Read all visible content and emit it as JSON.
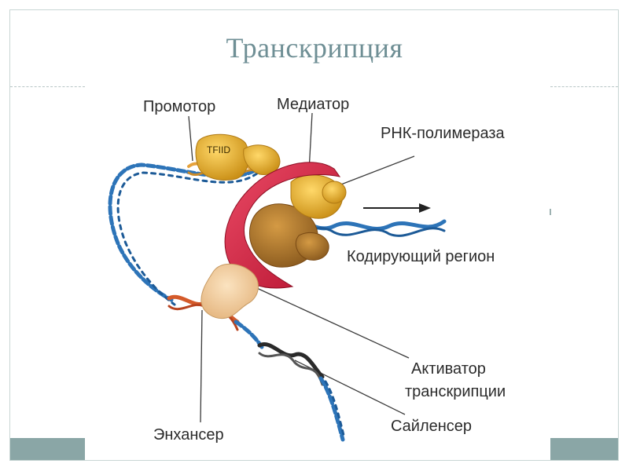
{
  "title": "Транскрипция",
  "labels": {
    "promoter": "Промотор",
    "mediator": "Медиатор",
    "rna_polymerase": "РНК-полимераза",
    "tfiid": "TFIID",
    "coding_region": "Кодирующий регион",
    "activator_line1": "Активатор",
    "activator_line2": "транскрипции",
    "silencer": "Сайленсер",
    "enhancer": "Энхансер"
  },
  "colors": {
    "title": "#6f8f95",
    "dna": "#2d74b8",
    "promoter_dna": "#e6a23c",
    "enhancer_dna": "#d45a2a",
    "silencer_dna": "#2a2a2a",
    "mediator": "#c8203f",
    "polymerase": "#e8b43a",
    "activator": "#f2cf9b",
    "footer": "#8aa6a6"
  }
}
